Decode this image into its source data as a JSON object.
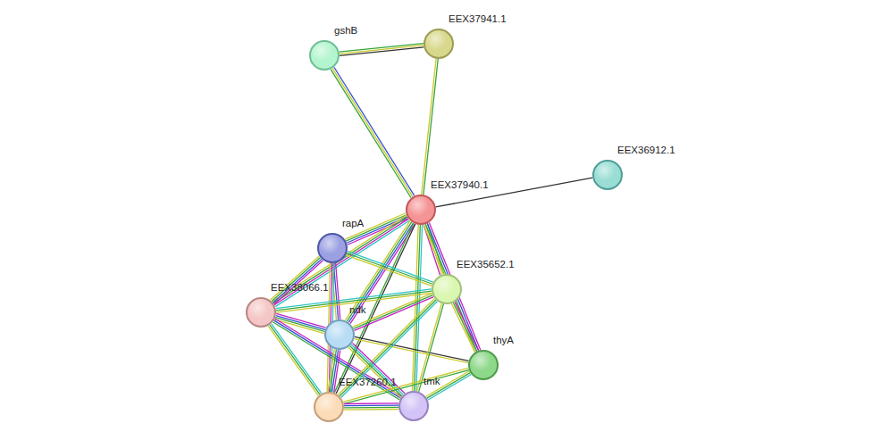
{
  "diagram": {
    "nodes": [
      {
        "text": [
          "EEX37941.1"
        ]
      },
      {
        "text": [
          "gshB"
        ]
      },
      {
        "text": [
          "EEX36912.1"
        ]
      },
      {
        "text": [
          "EEX37940.1"
        ]
      },
      {
        "text": [
          "rapA"
        ]
      },
      {
        "text": [
          "EEX35652.1"
        ]
      },
      {
        "text": [
          "EEX38066.1"
        ]
      },
      {
        "text": [
          "ndk"
        ]
      },
      {
        "text": [
          "thyA"
        ]
      },
      {
        "text": [
          "tmk"
        ]
      },
      {
        "text": [
          "EEX37260.1"
        ]
      }
    ],
    "edges": [
      {
        "from": 1,
        "to": 0,
        "arrow": "none"
      },
      {
        "from": 1,
        "to": 3,
        "arrow": "none"
      },
      {
        "from": 0,
        "to": 3,
        "arrow": "none"
      },
      {
        "from": 3,
        "to": 2,
        "arrow": "none"
      },
      {
        "from": 3,
        "to": 4,
        "arrow": "none"
      },
      {
        "from": 3,
        "to": 5,
        "arrow": "none"
      },
      {
        "from": 3,
        "to": 6,
        "arrow": "none"
      },
      {
        "from": 3,
        "to": 7,
        "arrow": "none"
      },
      {
        "from": 3,
        "to": 8,
        "arrow": "none"
      },
      {
        "from": 3,
        "to": 9,
        "arrow": "none"
      },
      {
        "from": 3,
        "to": 10,
        "arrow": "none"
      },
      {
        "from": 4,
        "to": 5,
        "arrow": "none"
      },
      {
        "from": 4,
        "to": 6,
        "arrow": "none"
      },
      {
        "from": 4,
        "to": 7,
        "arrow": "none"
      },
      {
        "from": 4,
        "to": 10,
        "arrow": "none"
      },
      {
        "from": 6,
        "to": 5,
        "arrow": "none"
      },
      {
        "from": 6,
        "to": 7,
        "arrow": "none"
      },
      {
        "from": 6,
        "to": 10,
        "arrow": "none"
      },
      {
        "from": 6,
        "to": 9,
        "arrow": "none"
      },
      {
        "from": 7,
        "to": 8,
        "arrow": "none"
      },
      {
        "from": 5,
        "to": 7,
        "arrow": "none"
      },
      {
        "from": 5,
        "to": 8,
        "arrow": "none"
      },
      {
        "from": 5,
        "to": 10,
        "arrow": "none"
      },
      {
        "from": 5,
        "to": 9,
        "arrow": "none"
      },
      {
        "from": 7,
        "to": 10,
        "arrow": "none"
      },
      {
        "from": 7,
        "to": 9,
        "arrow": "none"
      },
      {
        "from": 8,
        "to": 9,
        "arrow": "none"
      },
      {
        "from": 8,
        "to": 10,
        "arrow": "none"
      },
      {
        "from": 10,
        "to": 9,
        "arrow": "none"
      }
    ]
  }
}
